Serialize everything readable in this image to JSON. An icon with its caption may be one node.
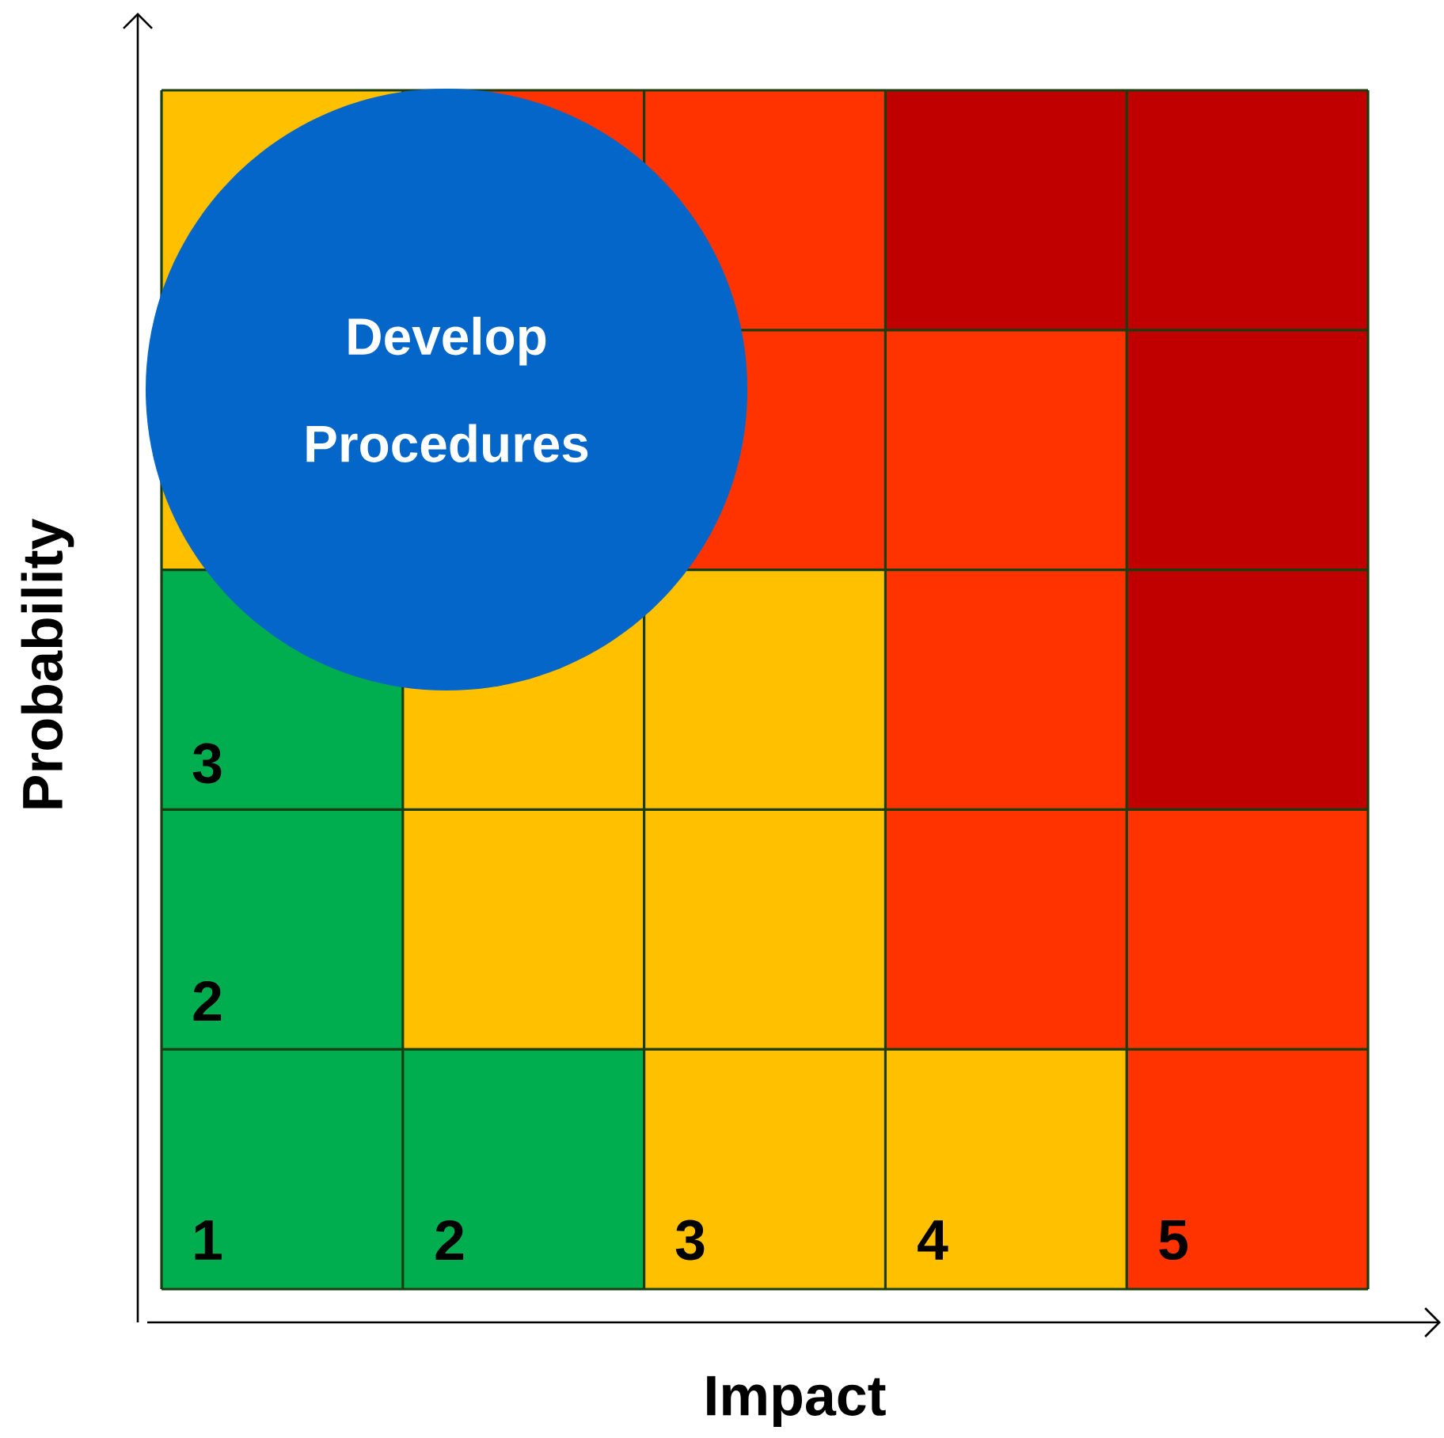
{
  "diagram": {
    "nodes": [
      {
        "text": [
          "Develop Procedures"
        ]
      }
    ],
    "labels": [
      "Probability",
      "3",
      "2",
      "1",
      "2",
      "3",
      "4",
      "5",
      "Impact"
    ]
  }
}
